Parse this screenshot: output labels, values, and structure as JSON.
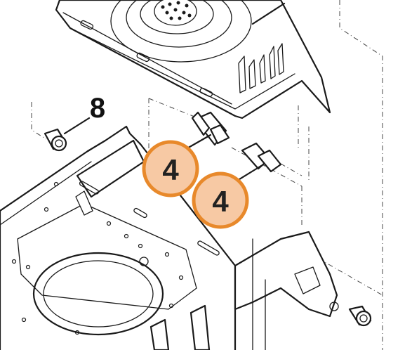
{
  "callouts": [
    {
      "id": "bolt-a",
      "label": "4"
    },
    {
      "id": "bolt-b",
      "label": "4"
    }
  ],
  "plain_labels": [
    {
      "id": "spacer",
      "label": "8"
    }
  ],
  "colors": {
    "callout_ring": "#e8892b",
    "callout_fill": "#f7c9a4",
    "line": "#1a1a1a",
    "background": "#ffffff"
  }
}
